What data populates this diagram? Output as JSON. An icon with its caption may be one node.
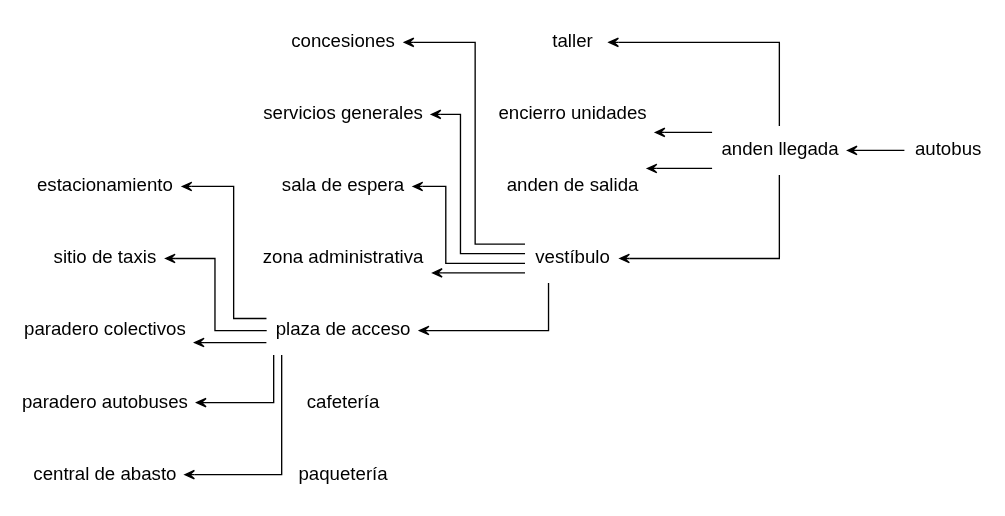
{
  "diagram": {
    "nodes": [
      {
        "text": [
          "autobus"
        ]
      },
      {
        "text": [
          "anden llegada"
        ]
      },
      {
        "text": [
          "taller"
        ]
      },
      {
        "text": [
          "encierro unidades"
        ]
      },
      {
        "text": [
          "anden de salida"
        ]
      },
      {
        "text": [
          "concesiones"
        ]
      },
      {
        "text": [
          "servicios generales"
        ]
      },
      {
        "text": [
          "sala de espera"
        ]
      },
      {
        "text": [
          "vestíbulo"
        ]
      },
      {
        "text": [
          "zona administrativa"
        ]
      },
      {
        "text": [
          "estacionamiento"
        ]
      },
      {
        "text": [
          "sitio de taxis"
        ]
      },
      {
        "text": [
          "plaza de acceso"
        ]
      },
      {
        "text": [
          "paradero colectivos"
        ]
      },
      {
        "text": [
          "paradero autobuses"
        ]
      },
      {
        "text": [
          "central de abasto"
        ]
      }
    ],
    "edges": [
      {
        "from": 0,
        "to": 1,
        "arrow": "to"
      },
      {
        "from": 1,
        "to": 2,
        "arrow": "to"
      },
      {
        "from": 1,
        "to": 3,
        "arrow": "to"
      },
      {
        "from": 1,
        "to": 4,
        "arrow": "to"
      },
      {
        "from": 1,
        "to": 8,
        "arrow": "to"
      },
      {
        "from": 8,
        "to": 5,
        "arrow": "to"
      },
      {
        "from": 8,
        "to": 6,
        "arrow": "to"
      },
      {
        "from": 8,
        "to": 7,
        "arrow": "to"
      },
      {
        "from": 8,
        "to": 12,
        "arrow": "to"
      },
      {
        "from": 8,
        "to": 9,
        "arrow": "to"
      },
      {
        "from": 12,
        "to": 10,
        "arrow": "to"
      },
      {
        "from": 12,
        "to": 11,
        "arrow": "to"
      },
      {
        "from": 12,
        "to": 13,
        "arrow": "to"
      },
      {
        "from": 12,
        "to": 14,
        "arrow": "to"
      },
      {
        "from": 12,
        "to": 15,
        "arrow": "to"
      }
    ],
    "labels": [
      "cafetería",
      "paquetería"
    ]
  }
}
